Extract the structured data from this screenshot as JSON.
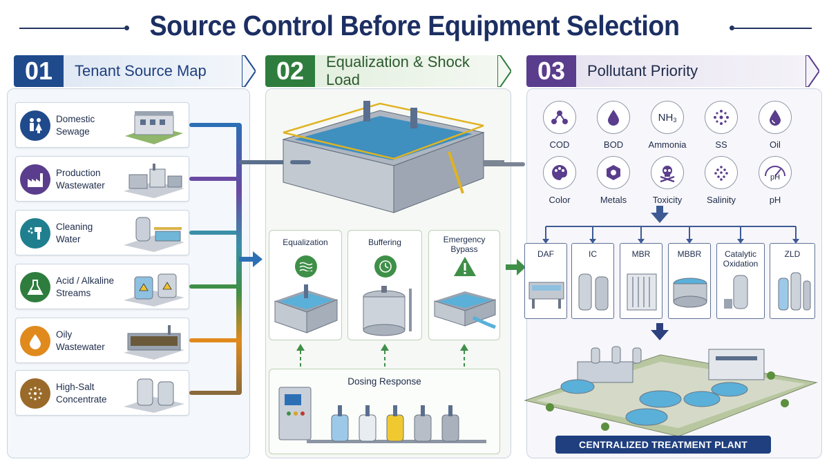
{
  "title": "Source Control Before Equipment Selection",
  "sections": [
    {
      "number": "01",
      "label": "Tenant Source Map"
    },
    {
      "number": "02",
      "label": "Equalization & Shock Load"
    },
    {
      "number": "03",
      "label": "Pollutant Priority"
    }
  ],
  "sources": [
    {
      "label": "Domestic Sewage",
      "icon": "people-icon",
      "color": "#1f4a8c"
    },
    {
      "label": "Production Wastewater",
      "icon": "factory-icon",
      "color": "#5a3d8c"
    },
    {
      "label": "Cleaning Water",
      "icon": "spray-icon",
      "color": "#1f7f8e"
    },
    {
      "label": "Acid / Alkaline Streams",
      "icon": "flask-icon",
      "color": "#2f7d3e"
    },
    {
      "label": "Oily Wastewater",
      "icon": "oil-drop-icon",
      "color": "#e08a1e"
    },
    {
      "label": "High-Salt Concentrate",
      "icon": "salt-crystal-icon",
      "color": "#9a6a2a"
    }
  ],
  "equalization_steps": [
    {
      "label": "Equalization",
      "icon": "waves-icon"
    },
    {
      "label": "Buffering",
      "icon": "clock-icon"
    },
    {
      "label": "Emergency Bypass",
      "icon": "warning-icon"
    }
  ],
  "dosing_label": "Dosing Response",
  "pollutants": [
    {
      "label": "COD",
      "icon": "molecule-icon",
      "symbol": ""
    },
    {
      "label": "BOD",
      "icon": "drop-icon",
      "symbol": ""
    },
    {
      "label": "Ammonia",
      "icon": "nh3-icon",
      "symbol": "NH"
    },
    {
      "label": "SS",
      "icon": "particles-icon",
      "symbol": ""
    },
    {
      "label": "Oil",
      "icon": "oil-icon",
      "symbol": ""
    },
    {
      "label": "Color",
      "icon": "palette-icon",
      "symbol": ""
    },
    {
      "label": "Metals",
      "icon": "hex-nut-icon",
      "symbol": ""
    },
    {
      "label": "Toxicity",
      "icon": "skull-icon",
      "symbol": ""
    },
    {
      "label": "Salinity",
      "icon": "salt-dots-icon",
      "symbol": ""
    },
    {
      "label": "pH",
      "icon": "gauge-icon",
      "symbol": "pH"
    }
  ],
  "technologies": [
    "DAF",
    "IC",
    "MBR",
    "MBBR",
    "Catalytic Oxidation",
    "ZLD"
  ],
  "plant_label": "CENTRALIZED TREATMENT PLANT",
  "colors": {
    "title": "#1c2f63",
    "section1": "#1f4a8c",
    "section2": "#2f7d3e",
    "section3": "#5a3d8c",
    "plant_banner": "#1f3f7e"
  }
}
